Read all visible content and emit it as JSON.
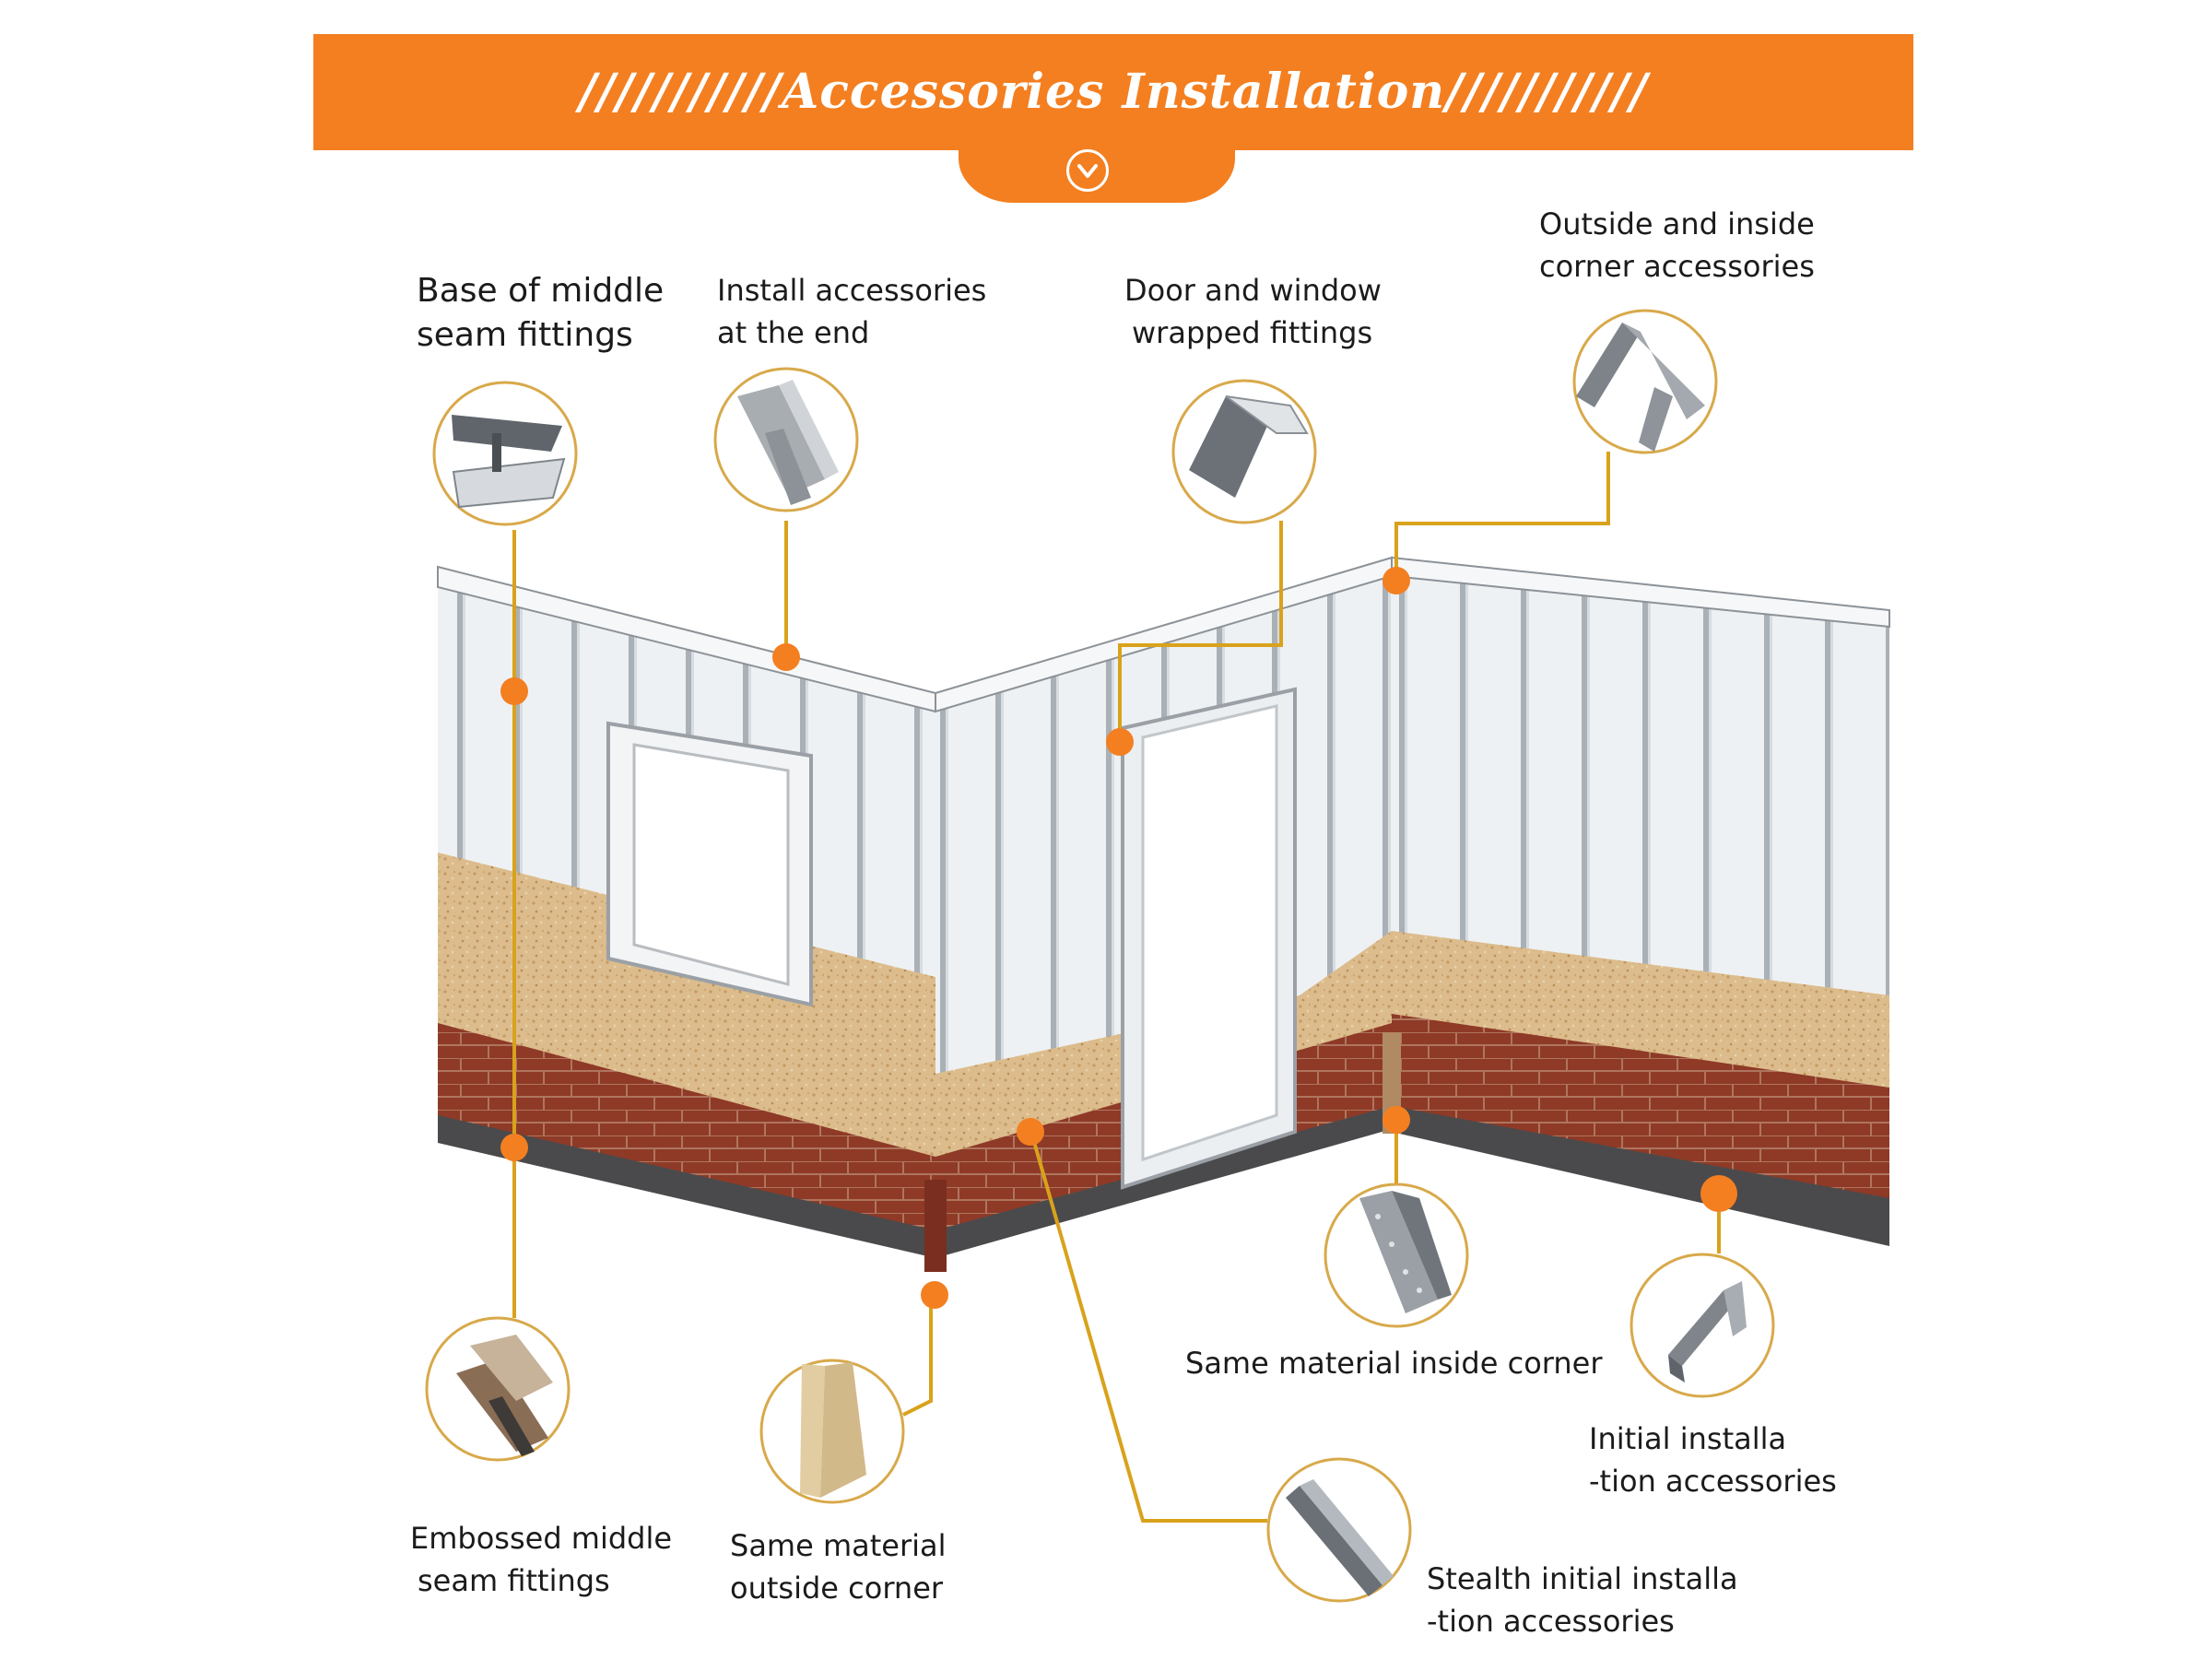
{
  "header": {
    "title": "///////////Accessories Installation///////////"
  },
  "labels": {
    "base_middle_seam_l1": "Base of middle",
    "base_middle_seam_l2": "seam fittings",
    "install_end_l1": "Install accessories",
    "install_end_l2": "at the end",
    "door_window_l1": "Door and window",
    "door_window_l2": "wrapped fittings",
    "corner_l1": "Outside and inside",
    "corner_l2": "corner accessories",
    "inside_corner": "Same material inside corner",
    "initial_l1": "Initial installa",
    "initial_l2": "-tion accessories",
    "embossed_l1": "Embossed middle",
    "embossed_l2": "seam fittings",
    "outside_corner_l1": "Same material",
    "outside_corner_l2": "outside corner",
    "stealth_l1": "Stealth initial installa",
    "stealth_l2": "-tion accessories"
  },
  "colors": {
    "accent": "#f47f20",
    "callout_line": "#d9a21c",
    "panel": "#e9edf0",
    "stone": "#d9b98a",
    "brick": "#8f3a28",
    "base_strip": "#4a4a4c"
  },
  "icons": [
    "chevron-down-icon"
  ]
}
